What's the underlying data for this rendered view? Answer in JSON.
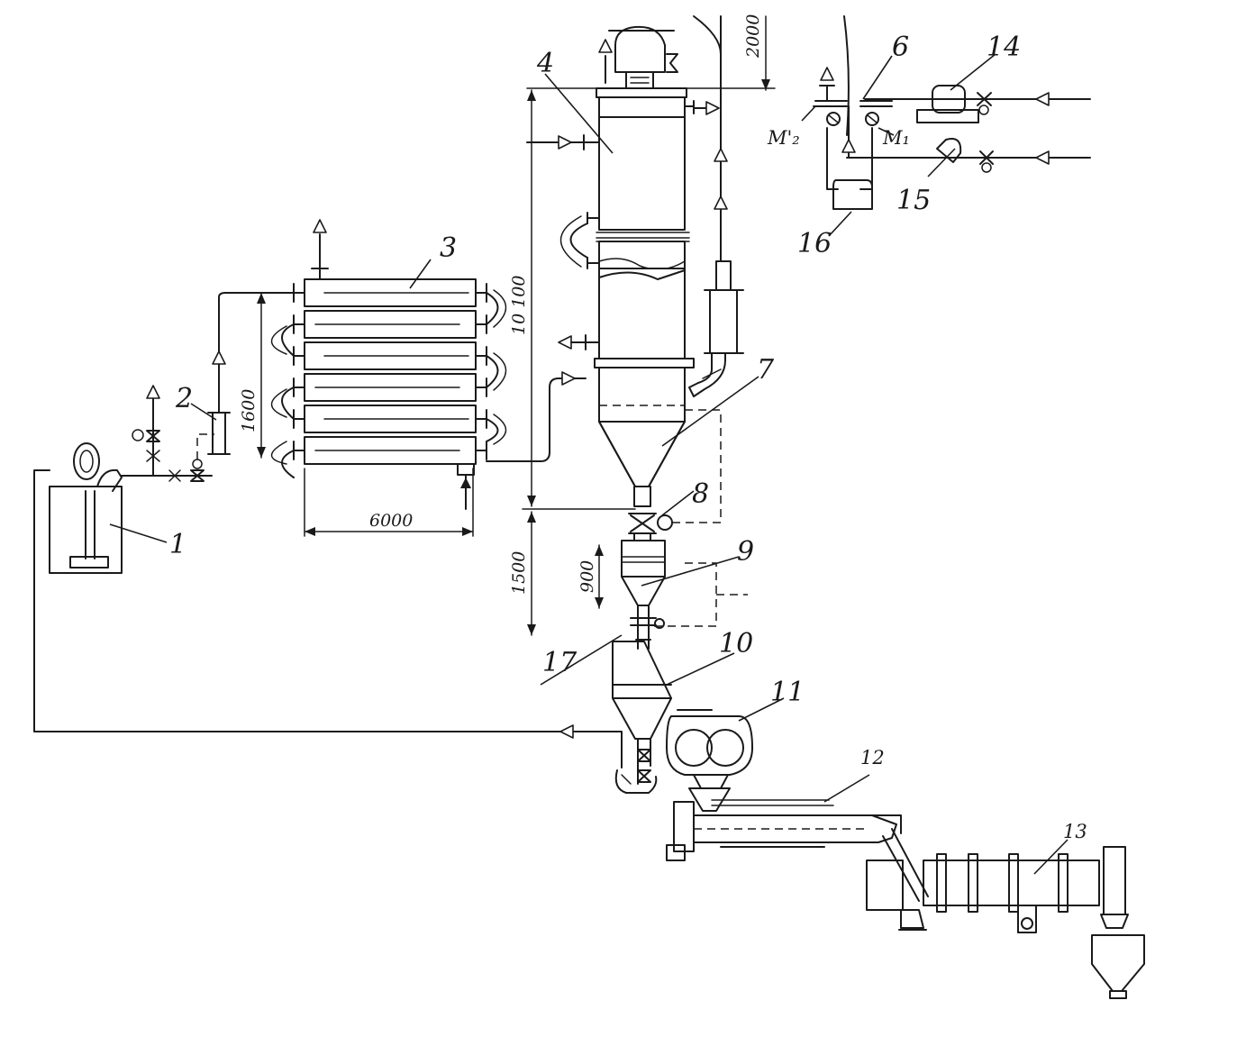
{
  "labels": {
    "l1": "1",
    "l2": "2",
    "l3": "3",
    "l4": "4",
    "l6": "6",
    "l7": "7",
    "l8": "8",
    "l9": "9",
    "l10": "10",
    "l11": "11",
    "l12": "12",
    "l13": "13",
    "l14": "14",
    "l15": "15",
    "l16": "16",
    "l17": "17",
    "m1": "M₁",
    "m2": "M'₂"
  },
  "dimensions": {
    "d1600": "1600",
    "d6000": "6000",
    "d10100": "10 100",
    "d1500": "1500",
    "d900": "900",
    "d2000": "2000"
  }
}
